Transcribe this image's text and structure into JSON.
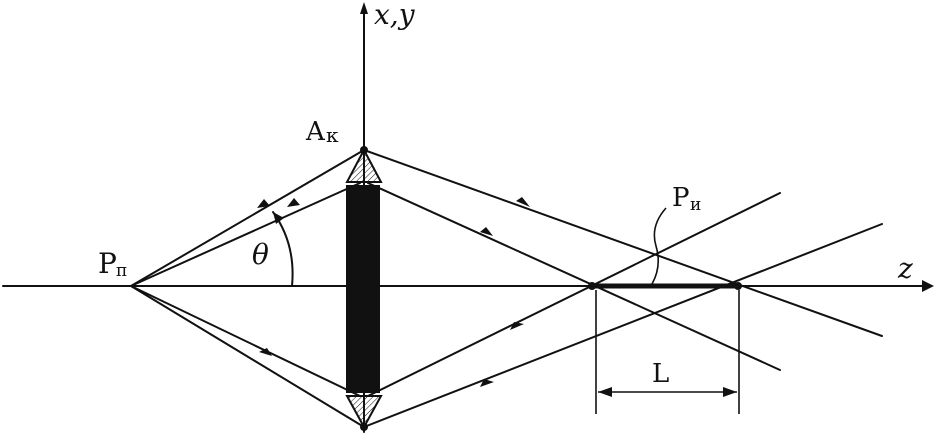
{
  "labels": {
    "axis_xy": "x,y",
    "axis_z": "z",
    "source": "P",
    "source_sub": "п",
    "apex": "A",
    "apex_sub": "к",
    "angle": "θ",
    "image_region": "P",
    "image_region_sub": "и",
    "length": "L"
  }
}
